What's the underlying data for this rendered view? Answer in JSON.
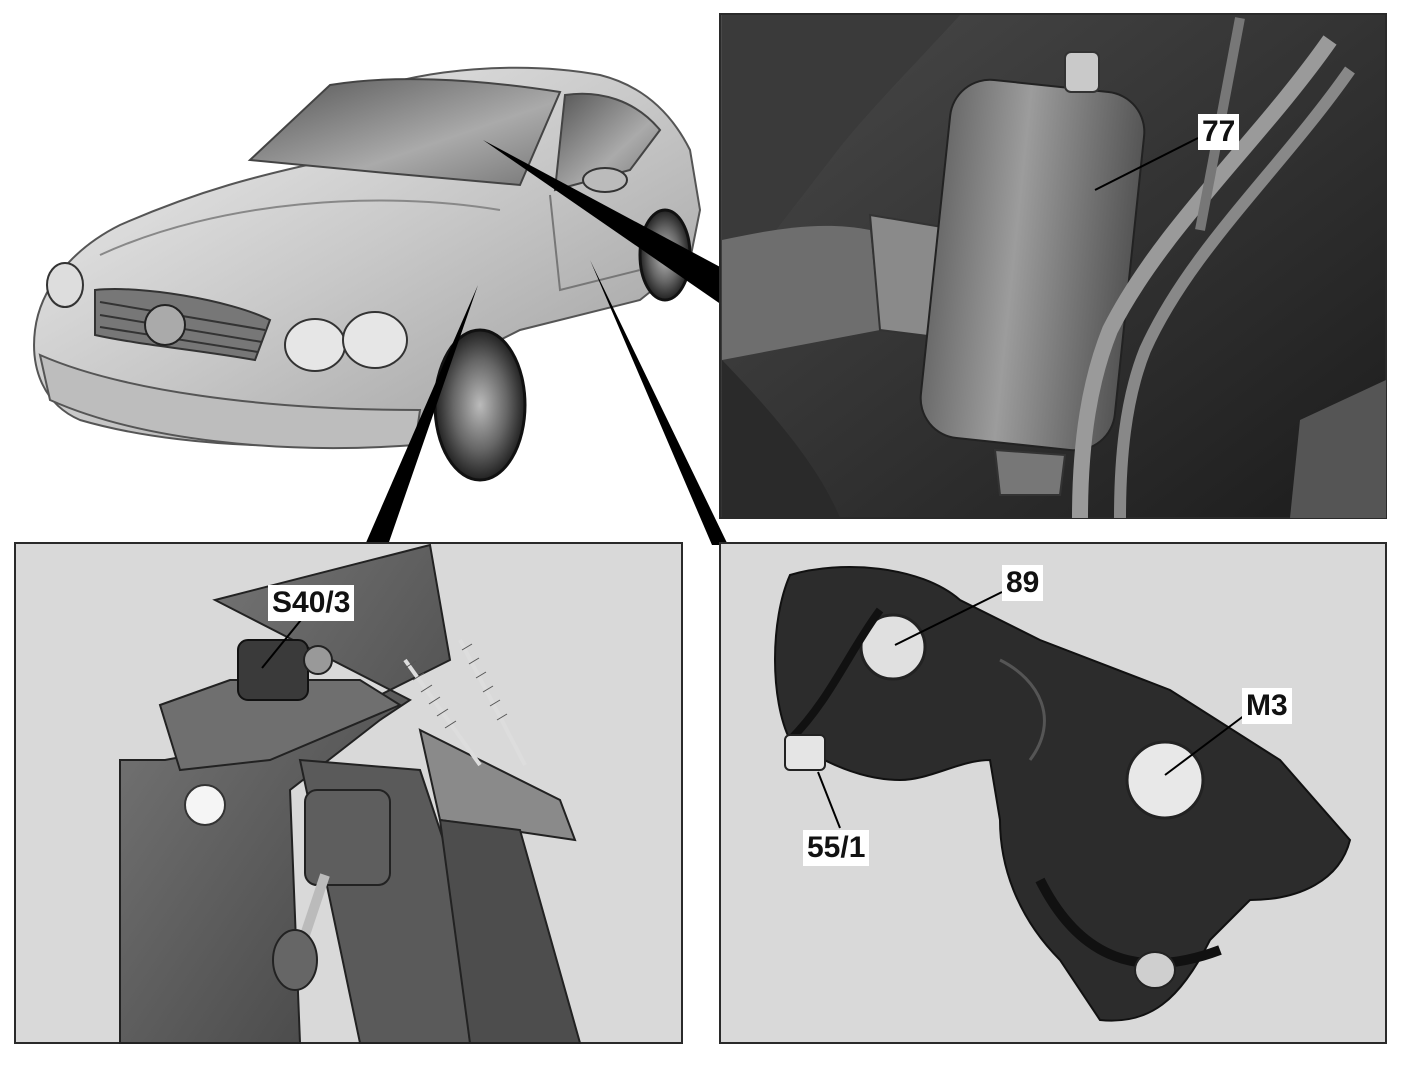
{
  "callouts": {
    "label_77": "77",
    "label_s40_3": "S40/3",
    "label_89": "89",
    "label_m3": "M3",
    "label_55_1": "55/1"
  },
  "colors": {
    "panel_background": "#d9d9d9",
    "panel_border": "#2a2a2a",
    "pointer_line": "#000000",
    "label_background": "#ffffff",
    "label_text": "#111111"
  }
}
